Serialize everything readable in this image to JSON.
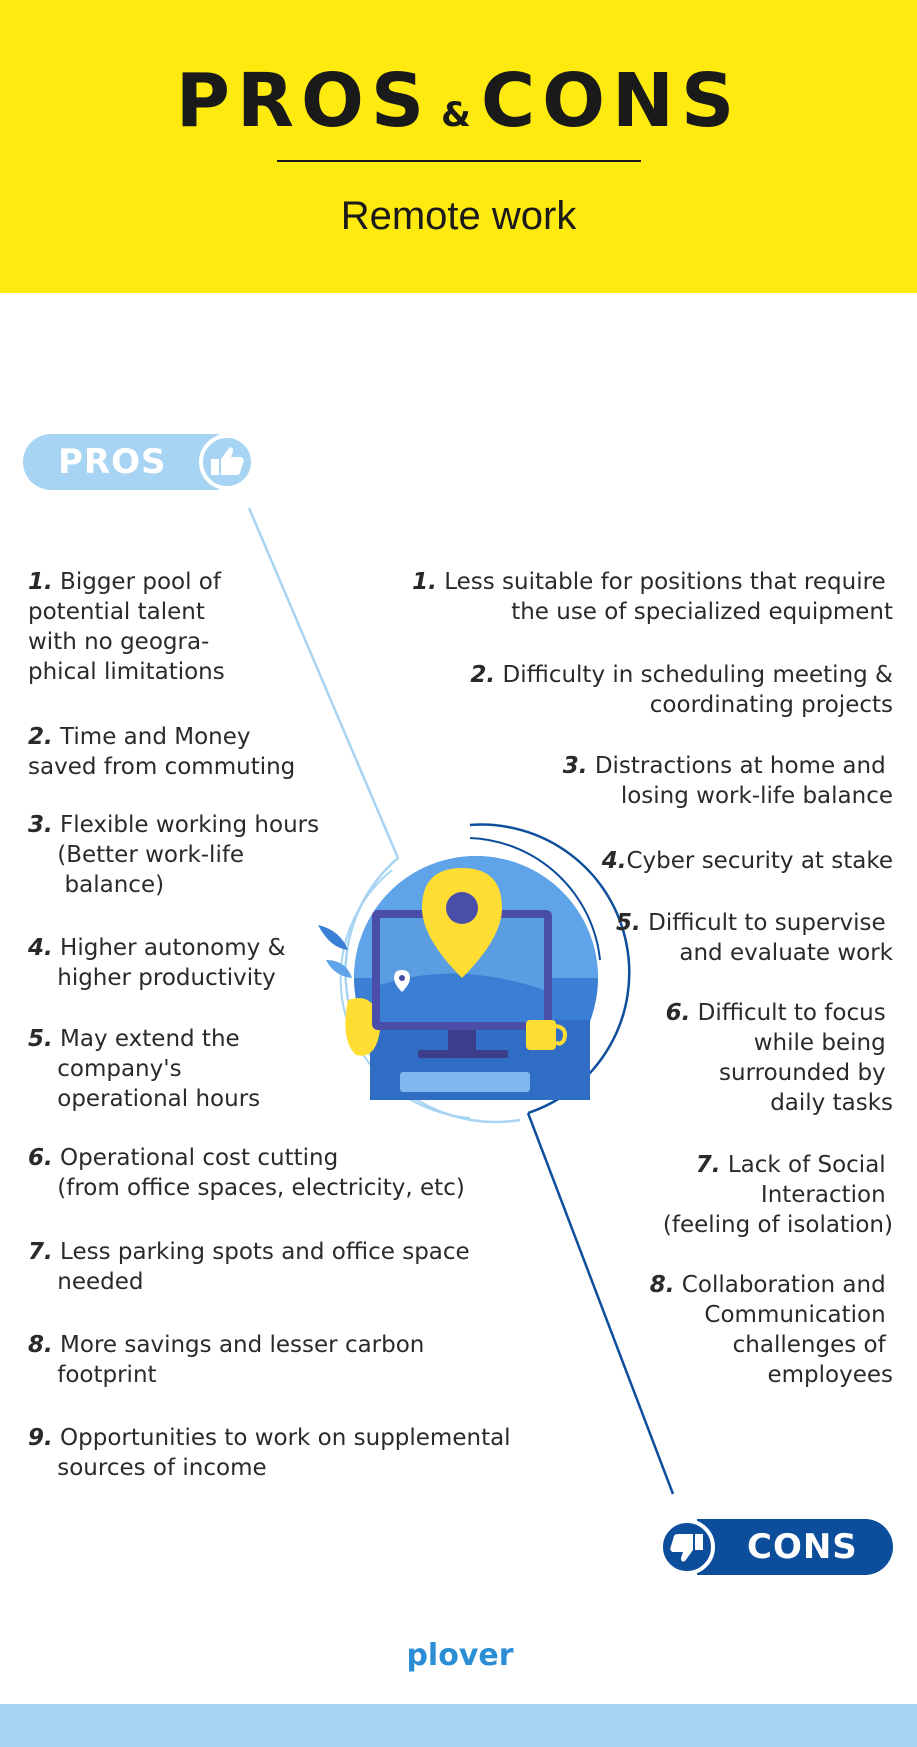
{
  "header": {
    "title_pros": "PROS",
    "title_amp": "&",
    "title_cons": "CONS",
    "subtitle": "Remote work"
  },
  "colors": {
    "header_bg": "#ffea0f",
    "pros_accent": "#a7d4f2",
    "cons_accent": "#0c4e9c",
    "logo": "#2b8ed4"
  },
  "pros": {
    "label": "PROS",
    "icon": "thumbs-up-icon",
    "items": [
      {
        "num": "1.",
        "text": " Bigger pool of\npotential talent\nwith no geogra-\nphical limitations"
      },
      {
        "num": "2.",
        "text": " Time and Money\nsaved from commuting"
      },
      {
        "num": "3.",
        "text": " Flexible working hours\n    (Better work-life\n     balance)"
      },
      {
        "num": "4.",
        "text": " Higher autonomy &\n    higher productivity"
      },
      {
        "num": "5.",
        "text": " May extend the\n    company's\n    operational hours"
      },
      {
        "num": "6.",
        "text": " Operational cost cutting\n    (from office spaces, electricity, etc)"
      },
      {
        "num": "7.",
        "text": " Less parking spots and office space\n    needed"
      },
      {
        "num": "8.",
        "text": " More savings and lesser carbon\n    footprint"
      },
      {
        "num": "9.",
        "text": " Opportunities to work on supplemental\n    sources of income"
      }
    ]
  },
  "cons": {
    "label": "CONS",
    "icon": "thumbs-down-icon",
    "items": [
      {
        "num": "1.",
        "text": " Less suitable for positions that require \nthe use of specialized equipment"
      },
      {
        "num": "2.",
        "text": " Difficulty in scheduling meeting &\ncoordinating projects"
      },
      {
        "num": "3.",
        "text": " Distractions at home and \nlosing work-life balance"
      },
      {
        "num": "4.",
        "text": "Cyber security at stake"
      },
      {
        "num": "5.",
        "text": " Difficult to supervise \nand evaluate work"
      },
      {
        "num": "6.",
        "text": " Difficult to focus \nwhile being \nsurrounded by \ndaily tasks"
      },
      {
        "num": "7.",
        "text": " Lack of Social \nInteraction \n(feeling of isolation)"
      },
      {
        "num": "8.",
        "text": " Collaboration and \nCommunication \nchallenges of \nemployees"
      }
    ]
  },
  "illustration": {
    "icon": "remote-desk-monitor-location-pin-icon"
  },
  "logo": {
    "text": "plover"
  }
}
